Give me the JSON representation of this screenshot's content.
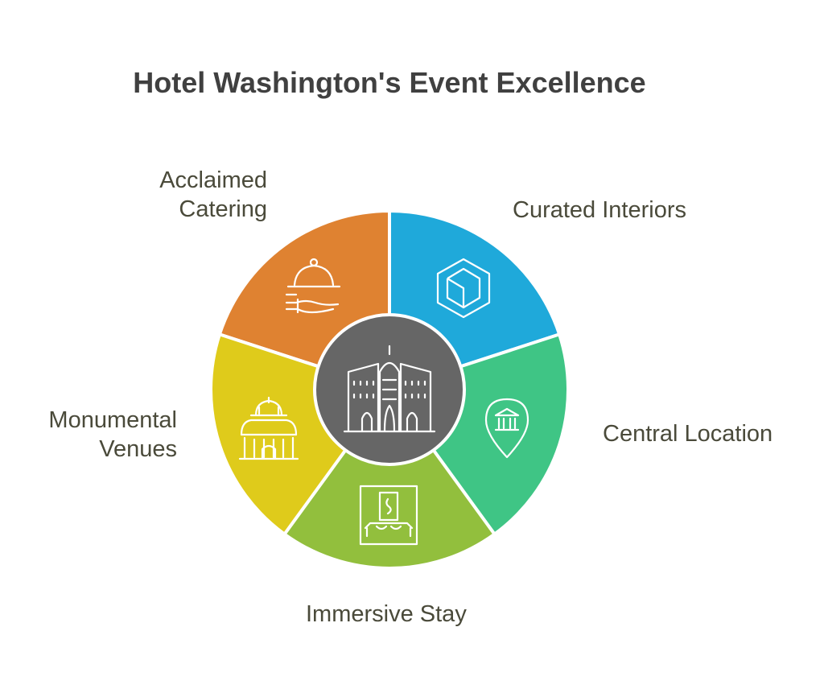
{
  "title": "Hotel Washington's Event Excellence",
  "colors": {
    "catering": "#DF8231",
    "interiors": "#1FA9DA",
    "location": "#3FC585",
    "stay": "#92BF3D",
    "venues": "#DFCB1B",
    "center": "#666666",
    "title_text": "#404040",
    "label_text": "#4a4a3a"
  },
  "segments": [
    {
      "id": "catering",
      "label_lines": [
        "Acclaimed",
        "Catering"
      ],
      "icon": "catering-cloche-icon"
    },
    {
      "id": "interiors",
      "label_lines": [
        "Curated Interiors"
      ],
      "icon": "cube-icon"
    },
    {
      "id": "location",
      "label_lines": [
        "Central Location"
      ],
      "icon": "location-pin-icon"
    },
    {
      "id": "stay",
      "label_lines": [
        "Immersive Stay"
      ],
      "icon": "hotel-room-icon"
    },
    {
      "id": "venues",
      "label_lines": [
        "Monumental",
        "Venues"
      ],
      "icon": "palace-icon"
    }
  ],
  "center": {
    "icon": "hotel-building-icon"
  }
}
